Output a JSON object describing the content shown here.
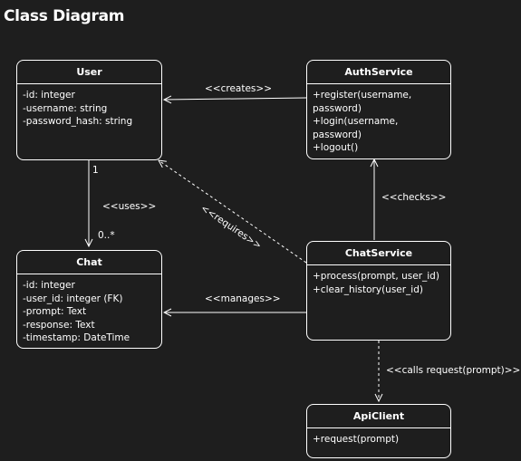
{
  "diagram": {
    "title": "Class Diagram",
    "classes": {
      "user": {
        "name": "User",
        "members": [
          "-id: integer",
          "-username: string",
          "-password_hash: string"
        ]
      },
      "auth_service": {
        "name": "AuthService",
        "members": [
          "+register(username,",
          "password)",
          "+login(username,",
          "password)",
          "+logout()"
        ]
      },
      "chat": {
        "name": "Chat",
        "members": [
          "-id: integer",
          "-user_id: integer (FK)",
          "-prompt: Text",
          "-response: Text",
          "-timestamp: DateTime"
        ]
      },
      "chat_service": {
        "name": "ChatService",
        "members": [
          "+process(prompt, user_id)",
          "+clear_history(user_id)"
        ]
      },
      "api_client": {
        "name": "ApiClient",
        "members": [
          "+request(prompt)"
        ]
      }
    },
    "relations": {
      "creates": "<<creates>>",
      "uses": "<<uses>>",
      "mult_one": "1",
      "mult_many": "0..*",
      "requires": "<<requires>>",
      "checks": "<<checks>>",
      "manages": "<<manages>>",
      "calls": "<<calls request(prompt)>>"
    }
  }
}
